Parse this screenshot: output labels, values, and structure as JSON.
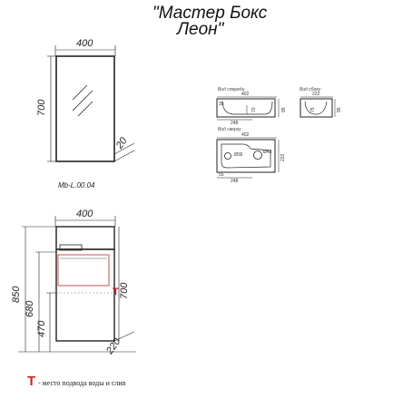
{
  "title": {
    "line1": "\"Мастер Бокс",
    "line2": "Леон\""
  },
  "mirror": {
    "width": "400",
    "height": "700",
    "depth": "20",
    "model_code": "Mb-L.00.04"
  },
  "basin_front": {
    "label": "Вид спереди",
    "width": "402",
    "offset": "248",
    "height_a": "95",
    "inner_a": "70",
    "inner_b": "35"
  },
  "basin_side": {
    "label": "Вид сбоку",
    "width": "222",
    "inner": "75",
    "height": "95"
  },
  "basin_top": {
    "label": "Вид сверху",
    "width": "402",
    "depth": "222",
    "tap_hole": "Ø35",
    "drain_hole": "Ø43",
    "offset": "248",
    "edge": "55"
  },
  "cabinet": {
    "width": "400",
    "total_height": "850",
    "body_height": "700",
    "mid_height": "680",
    "floor_to_top": "470",
    "leg_depth": "220"
  },
  "legend": {
    "marker": "T",
    "text": "- место подвода воды и слив"
  },
  "colors": {
    "marker": "#d42020",
    "shelf_outline": "#d07070",
    "line": "#222222"
  }
}
